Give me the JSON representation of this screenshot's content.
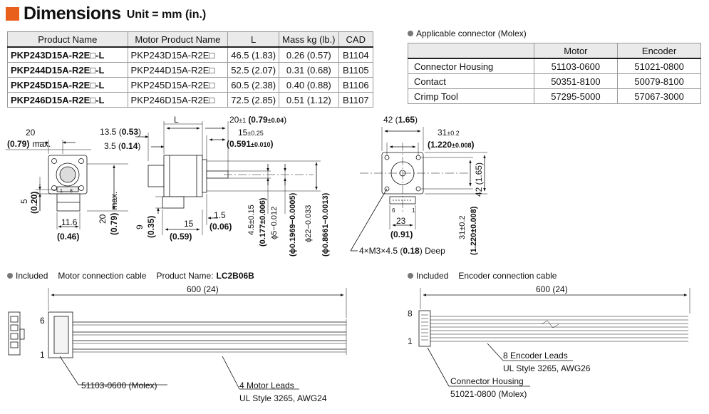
{
  "header": {
    "title": "Dimensions",
    "unit": "Unit = mm (in.)"
  },
  "product_table": {
    "columns": [
      "Product Name",
      "Motor Product Name",
      "L",
      "Mass kg (lb.)",
      "CAD"
    ],
    "rows": [
      [
        "PKP243D15A-R2E□-L",
        "PKP243D15A-R2E□",
        "46.5 (1.83)",
        "0.26 (0.57)",
        "B1104"
      ],
      [
        "PKP244D15A-R2E□-L",
        "PKP244D15A-R2E□",
        "52.5 (2.07)",
        "0.31 (0.68)",
        "B1105"
      ],
      [
        "PKP245D15A-R2E□-L",
        "PKP245D15A-R2E□",
        "60.5 (2.38)",
        "0.40 (0.88)",
        "B1106"
      ],
      [
        "PKP246D15A-R2E□-L",
        "PKP246D15A-R2E□",
        "72.5 (2.85)",
        "0.51 (1.12)",
        "B1107"
      ]
    ]
  },
  "connector_note": "Applicable connector (Molex)",
  "connector_table": {
    "columns": [
      "",
      "Motor",
      "Encoder"
    ],
    "rows": [
      [
        "Connector Housing",
        "51103-0600",
        "51021-0800"
      ],
      [
        "Contact",
        "50351-8100",
        "50079-8100"
      ],
      [
        "Crimp Tool",
        "57295-5000",
        "57067-3000"
      ]
    ]
  },
  "dims": {
    "d20": "20",
    "d079": "(0.79)",
    "dmax": "max.",
    "d135": "13.5 (",
    "d053": "0.53",
    "dclose": ")",
    "d35": "3.5 (",
    "d014": "0.14",
    "dL": "L",
    "d20pm": "20",
    "dpm1": "±1",
    "d079b": "(0.79",
    "dpm004": "±0.04",
    "dclose2": ")",
    "d15": "15",
    "dpm025": "±0.25",
    "d0591": "(0.591",
    "dpm0010": "±0.010",
    "d5": "5",
    "d020": "(0.20)",
    "d116": "11.6",
    "d046": "(0.46)",
    "d20v": "20",
    "d079v": "(0.79)",
    "dmaxv": "max.",
    "d9": "9",
    "d035": "(0.35)",
    "d15b": "15",
    "d059": "(0.59)",
    "d15c": "1.5",
    "d006": "(0.06)",
    "d45": "4.5±0.15",
    "d0177": "(0.177±0.006)",
    "dphi5": "ϕ5−0.012",
    "dphi5in": "(ϕ0.1969−0.0005)",
    "dphi22": "ϕ22−0.033",
    "dphi22in": "(ϕ0.8661−0.0013)",
    "d42": "42 (",
    "d165": "1.65",
    "d31": "31",
    "dpm02": "±0.2",
    "d1220": "(1.220",
    "dpm0008": "±0.008",
    "d42v": "42 (1.65)",
    "d23": "23",
    "d091": "(0.91)",
    "d31v": "31±0.2",
    "d1220v": "(1.220±0.008)",
    "dhole": "4×M3×4.5 (",
    "d018": "0.18",
    "ddeep": ") Deep",
    "pin1": "1",
    "pin8": "8",
    "pin6": "6"
  },
  "motor_cable": {
    "included": "Included",
    "label": "Motor connection cable",
    "product_prefix": "Product Name:",
    "product": "LC2B06B",
    "length": "600 (24)",
    "pin_top": "6",
    "pin_bottom": "1",
    "connector": "51103-0600 (Molex)",
    "leads": "4 Motor Leads",
    "spec": "UL Style 3265, AWG24"
  },
  "encoder_cable": {
    "included": "Included",
    "label": "Encoder connection cable",
    "length": "600 (24)",
    "pin_top": "8",
    "pin_bottom": "1",
    "leads": "8 Encoder Leads",
    "spec": "UL Style 3265, AWG26",
    "housing": "Connector Housing",
    "connector": "51021-0800 (Molex)"
  },
  "colors": {
    "accent": "#e8601c",
    "header_bg": "#eaeaea"
  }
}
